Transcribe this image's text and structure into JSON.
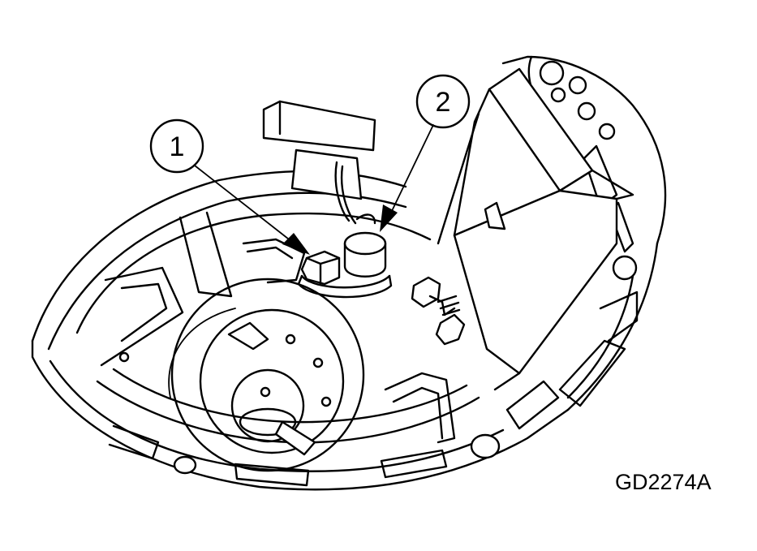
{
  "callouts": [
    {
      "number": "1"
    },
    {
      "number": "2"
    }
  ],
  "figure_id": "GD2274A"
}
